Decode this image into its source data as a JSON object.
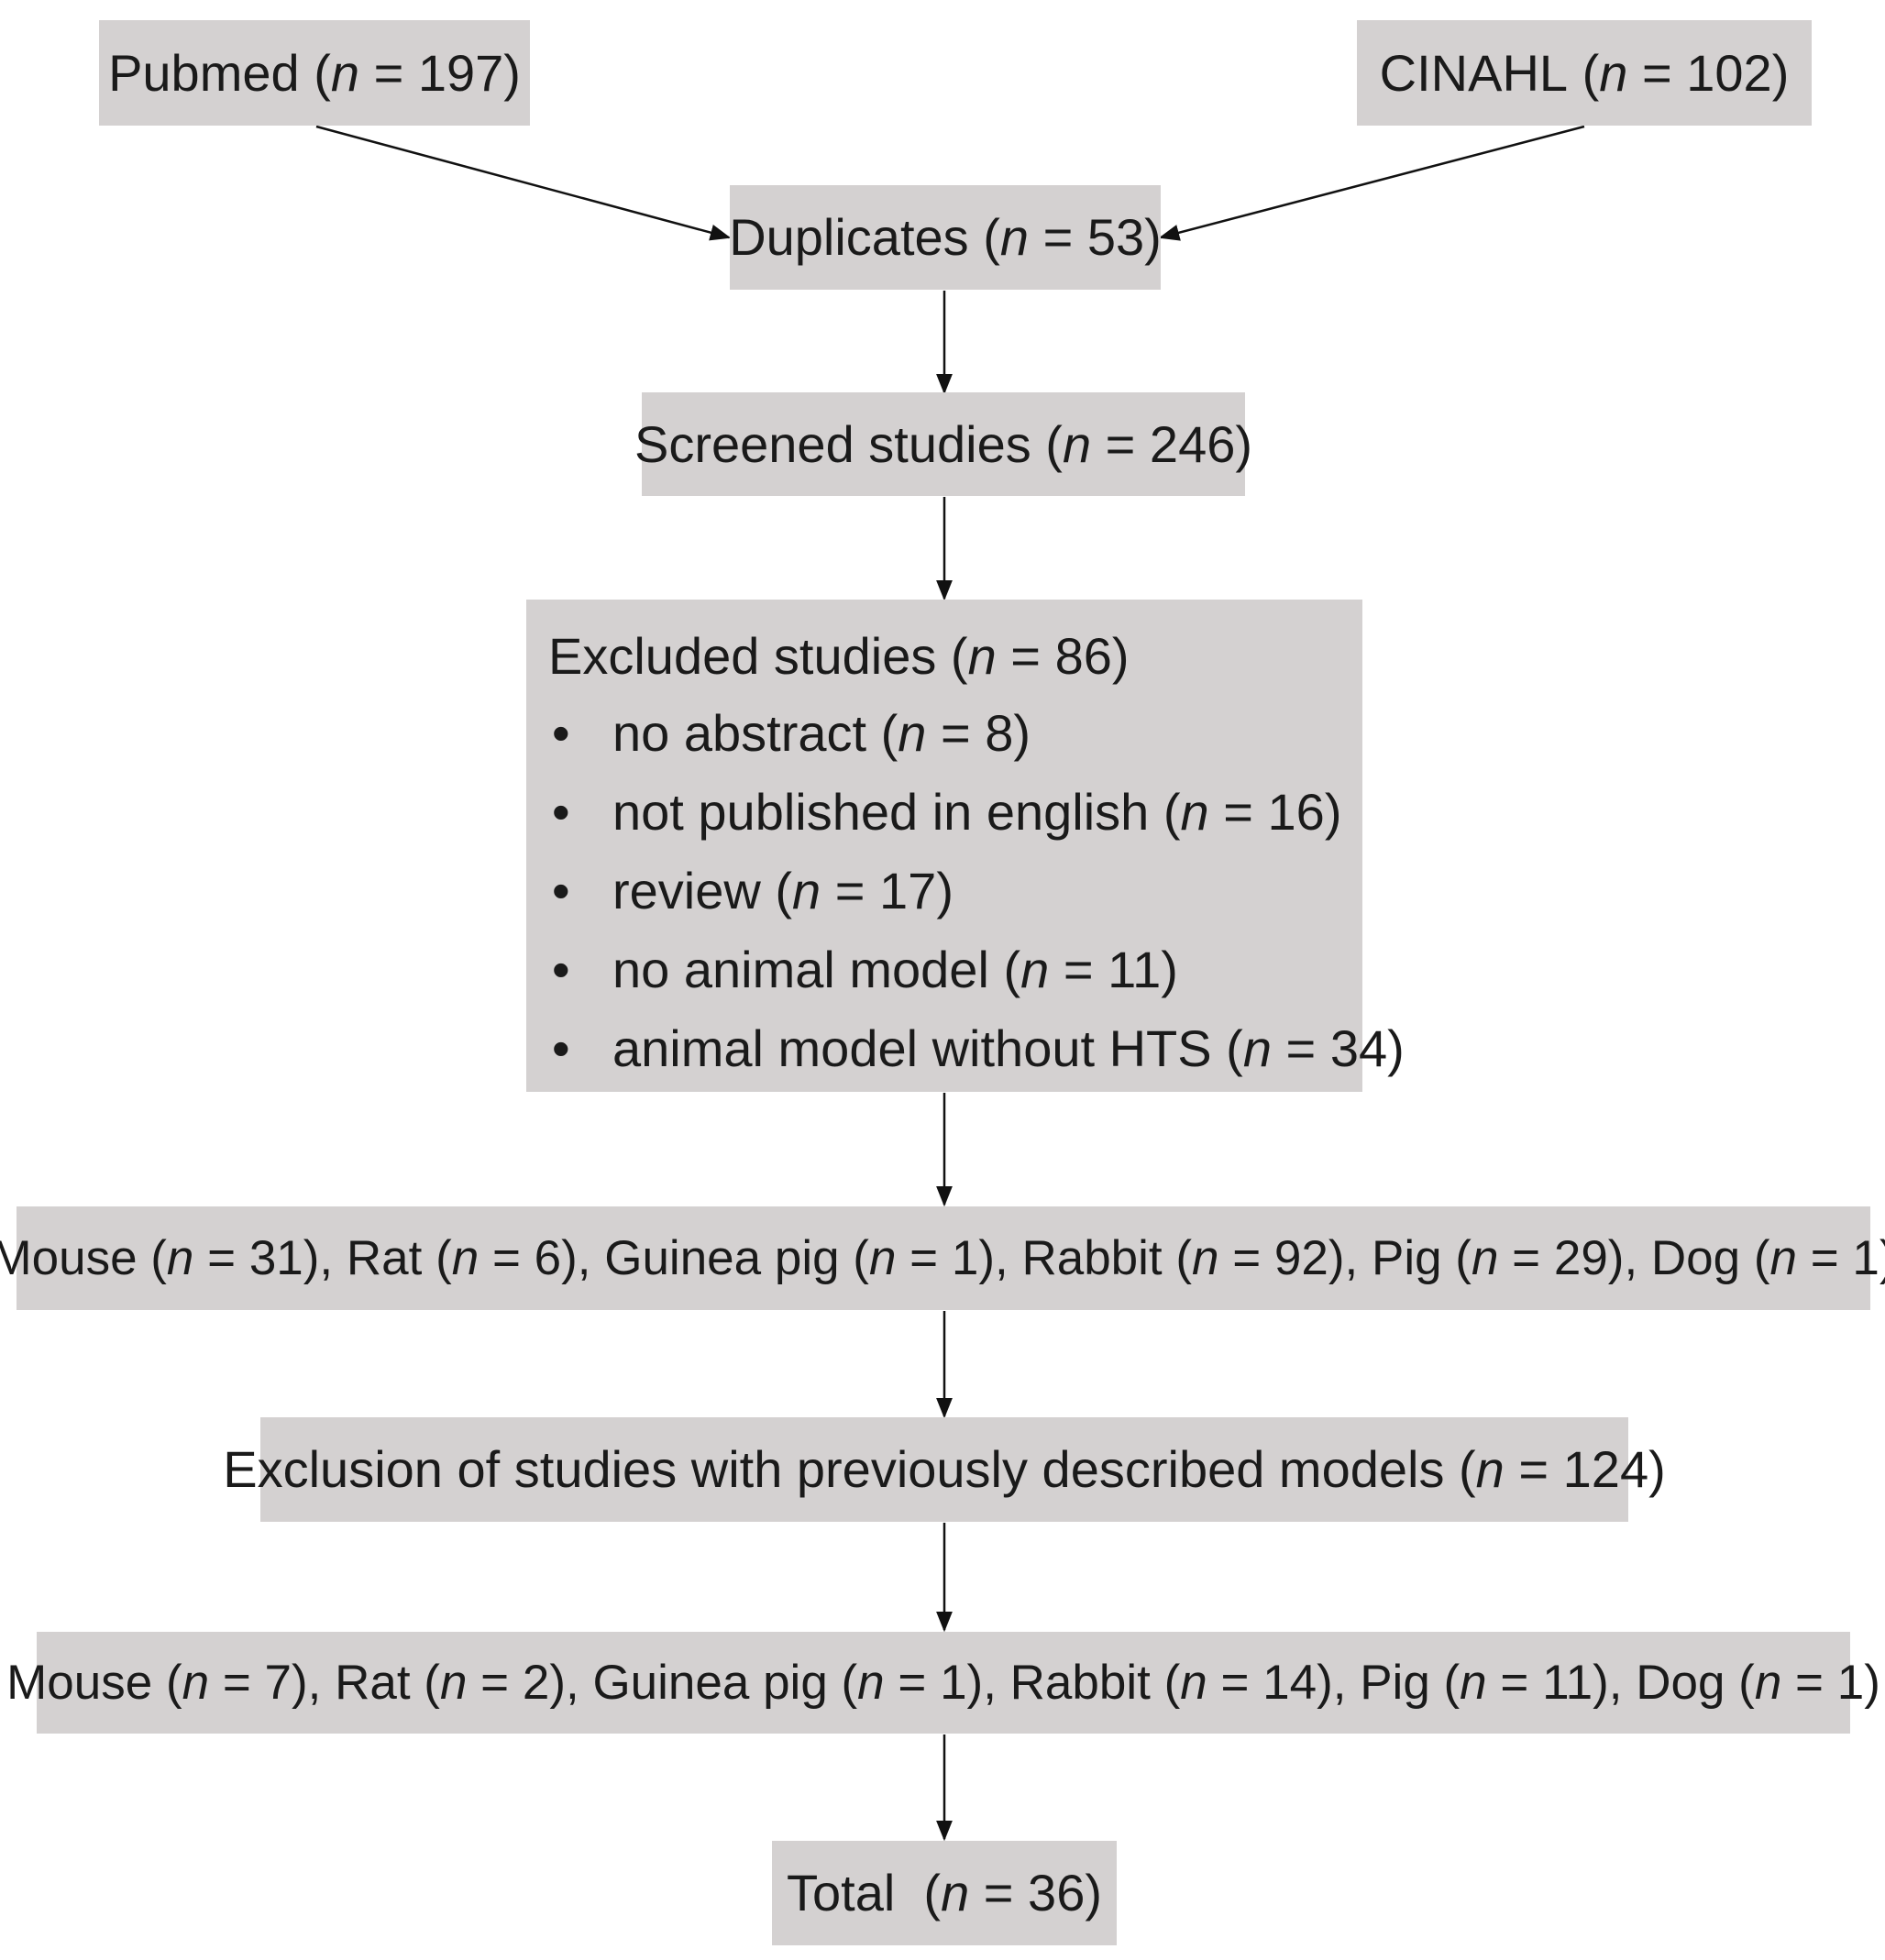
{
  "nodes": {
    "pubmed": {
      "label": "Pubmed",
      "n": "197"
    },
    "cinahl": {
      "label": "CINAHL",
      "n": "102"
    },
    "duplicates": {
      "label": "Duplicates",
      "n": "53"
    },
    "screened": {
      "label": "Screened studies",
      "n": "246"
    },
    "excluded": {
      "label": "Excluded studies",
      "n": "86",
      "items": [
        {
          "label": "no abstract",
          "n": "8"
        },
        {
          "label": "not published in english",
          "n": "16"
        },
        {
          "label": "review",
          "n": "17"
        },
        {
          "label": "no animal model",
          "n": "11"
        },
        {
          "label": "animal model without HTS",
          "n": "34"
        }
      ]
    },
    "species_all": {
      "mouse": "31 ",
      "rat": "6",
      "guinea_pig": "1",
      "rabbit": "92",
      "pig": "29",
      "dog": "1"
    },
    "exclusion_prev": {
      "label": "Exclusion of studies with previously described models",
      "n": "124"
    },
    "species_final": {
      "mouse": "7",
      "rat": "2",
      "guinea_pig": "1",
      "rabbit": "14",
      "pig": "11",
      "dog": "1"
    },
    "total": {
      "label": "Total",
      "n": "36"
    }
  },
  "labels": {
    "n_symbol": "n",
    "bullet": "•",
    "mouse": "Mouse",
    "rat": "Rat",
    "guinea_pig": "Guinea pig",
    "rabbit": "Rabbit",
    "pig": "Pig",
    "dog": "Dog"
  },
  "colors": {
    "box_fill": "#d4d1d1",
    "arrow": "#111111"
  }
}
